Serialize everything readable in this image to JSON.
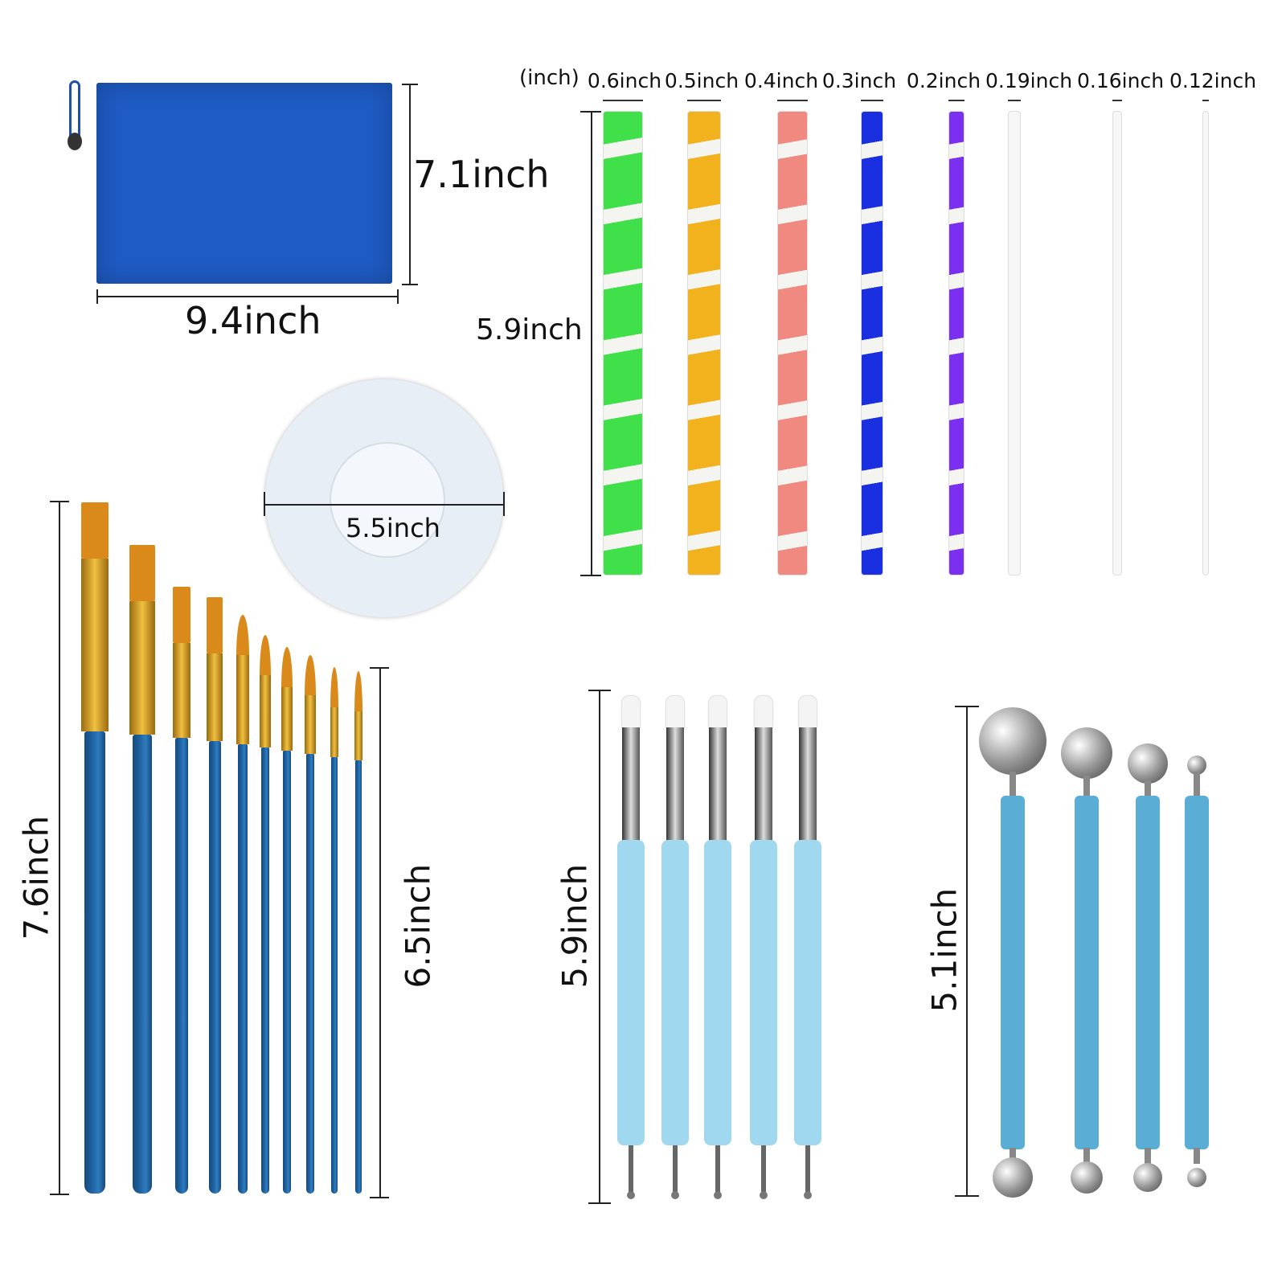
{
  "bag": {
    "height_label": "7.1inch",
    "width_label": "9.4inch",
    "color": "#1f5bc4"
  },
  "palette": {
    "width_label": "5.5inch"
  },
  "rods": {
    "unit_label": "(inch)",
    "length_label": "5.9inch",
    "items": [
      {
        "diameter": "0.6inch",
        "color": "#3fe04a"
      },
      {
        "diameter": "0.5inch",
        "color": "#f2b21e"
      },
      {
        "diameter": "0.4inch",
        "color": "#f08a80"
      },
      {
        "diameter": "0.3inch",
        "color": "#1a2fe0"
      },
      {
        "diameter": "0.2inch",
        "color": "#7b2ff0"
      },
      {
        "diameter": "0.19inch",
        "color": "#f2f2f2"
      },
      {
        "diameter": "0.16inch",
        "color": "#f2f2f2"
      },
      {
        "diameter": "0.12inch",
        "color": "#f2f2f2"
      }
    ]
  },
  "brushes": {
    "long_label": "7.6inch",
    "short_label": "6.5inch",
    "handle_color": "#1d5f9c",
    "bristle_color": "#d98a1a"
  },
  "dotting_tools": {
    "length_label": "5.9inch",
    "handle_color": "#9fd8ef"
  },
  "ball_tools": {
    "length_label": "5.1inch",
    "handle_color": "#5aaed6"
  }
}
